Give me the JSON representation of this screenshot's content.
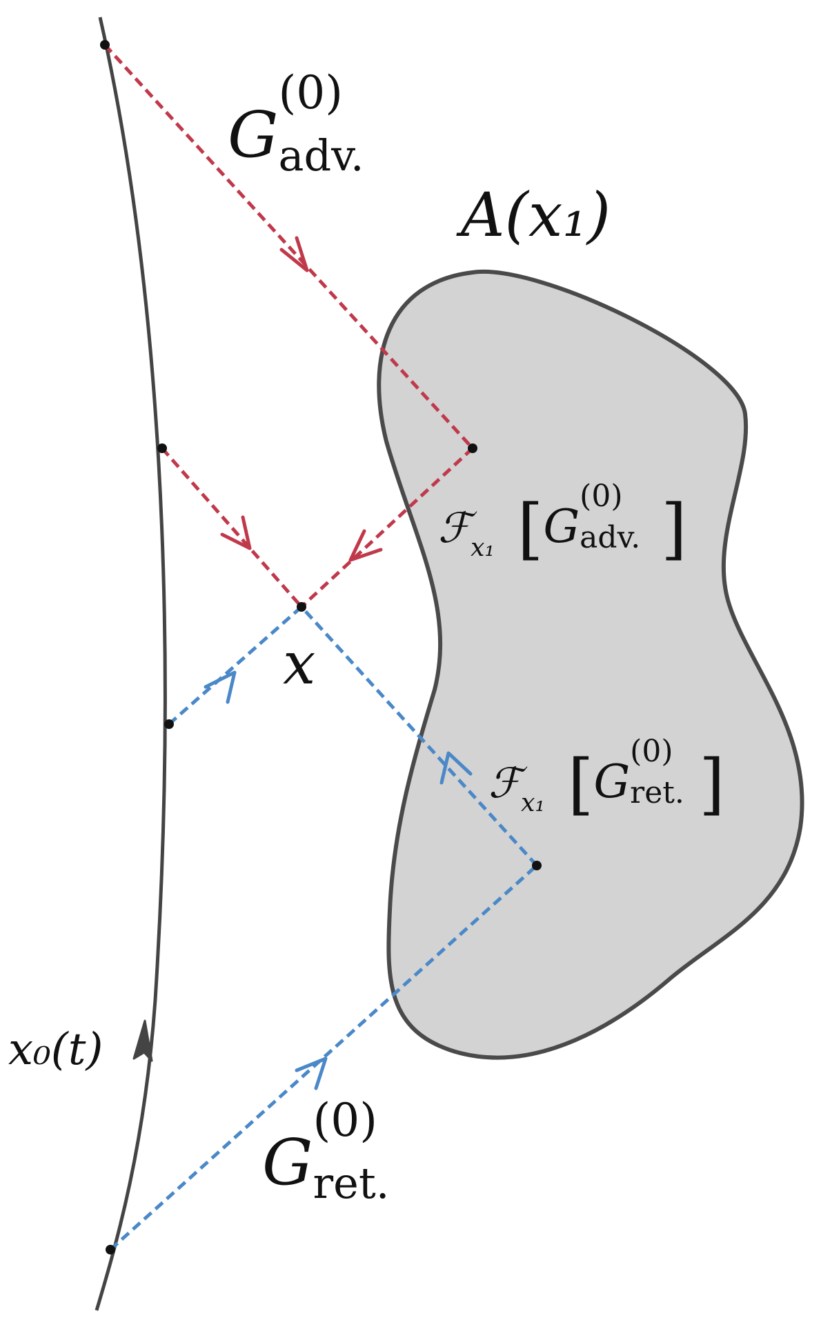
{
  "labels": {
    "g_adv_top": {
      "base": "G",
      "sup": "(0)",
      "sub": "adv."
    },
    "g_ret_bottom": {
      "base": "G",
      "sup": "(0)",
      "sub": "ret."
    },
    "region": "A(x₁)",
    "point_x": "x",
    "worldline": "x₀(t)",
    "functional_adv": {
      "op": "ℱ",
      "op_sub": "x₁",
      "open": "[",
      "base": "G",
      "sup": "(0)",
      "sub": "adv.",
      "close": "]"
    },
    "functional_ret": {
      "op": "ℱ",
      "op_sub": "x₁",
      "open": "[",
      "base": "G",
      "sup": "(0)",
      "sub": "ret.",
      "close": "]"
    }
  },
  "colors": {
    "advanced": "#c0394b",
    "retarded": "#4a88c8",
    "region_fill": "#d3d3d3",
    "region_stroke": "#4a4a4a",
    "worldline": "#444444"
  },
  "icons": {
    "arrow": "arrowhead-chevron",
    "vertex": "point-dot"
  }
}
